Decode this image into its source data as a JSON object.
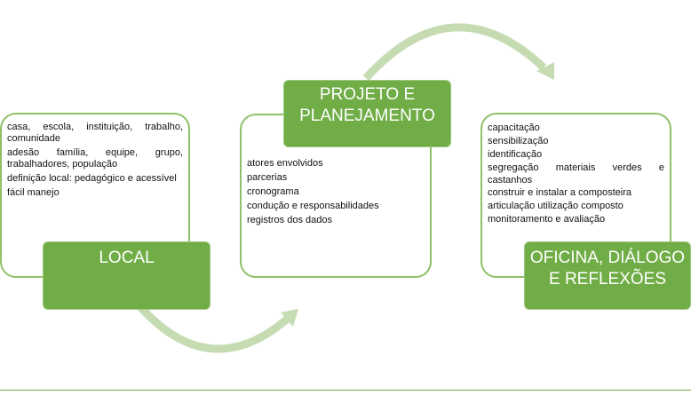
{
  "steps": [
    {
      "title": "LOCAL",
      "items": [
        "casa, escola, instituição, trabalho, comunidade",
        "adesão família, equipe, grupo, trabalhadores, população",
        "definição local: pedagógico e acessível",
        "fácil manejo"
      ]
    },
    {
      "title": "PROJETO E PLANEJAMENTO",
      "items": [
        "atores envolvidos",
        "parcerias",
        "cronograma",
        "condução e responsabilidades",
        "registros dos dados"
      ]
    },
    {
      "title": "OFICINA, DIÁLOGO E REFLEXÕES",
      "items": [
        "capacitação",
        "sensibilização",
        "identificação",
        "segregação materiais verdes e castanhos",
        "construir e instalar a composteira",
        "articulação utilização composto",
        "monitoramento e avaliação"
      ]
    }
  ],
  "colors": {
    "accent": "#70ad47",
    "arrow": "#c5dcb3"
  }
}
